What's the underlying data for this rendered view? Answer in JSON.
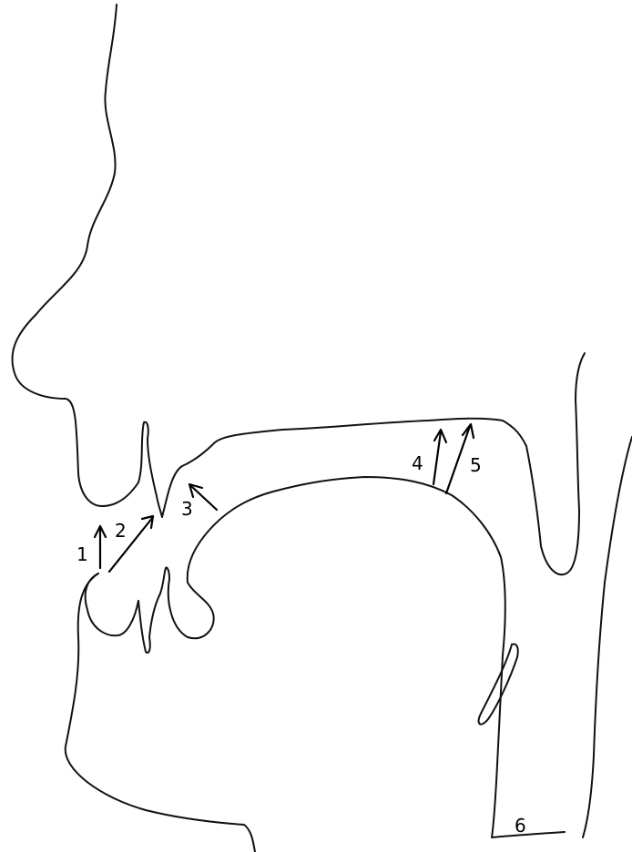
{
  "colors": {
    "line": "#111111",
    "background": "#ffffff"
  },
  "labels": {
    "l1": "1",
    "l2": "2",
    "l3": "3",
    "l4": "4",
    "l5": "5",
    "l6": "6"
  }
}
